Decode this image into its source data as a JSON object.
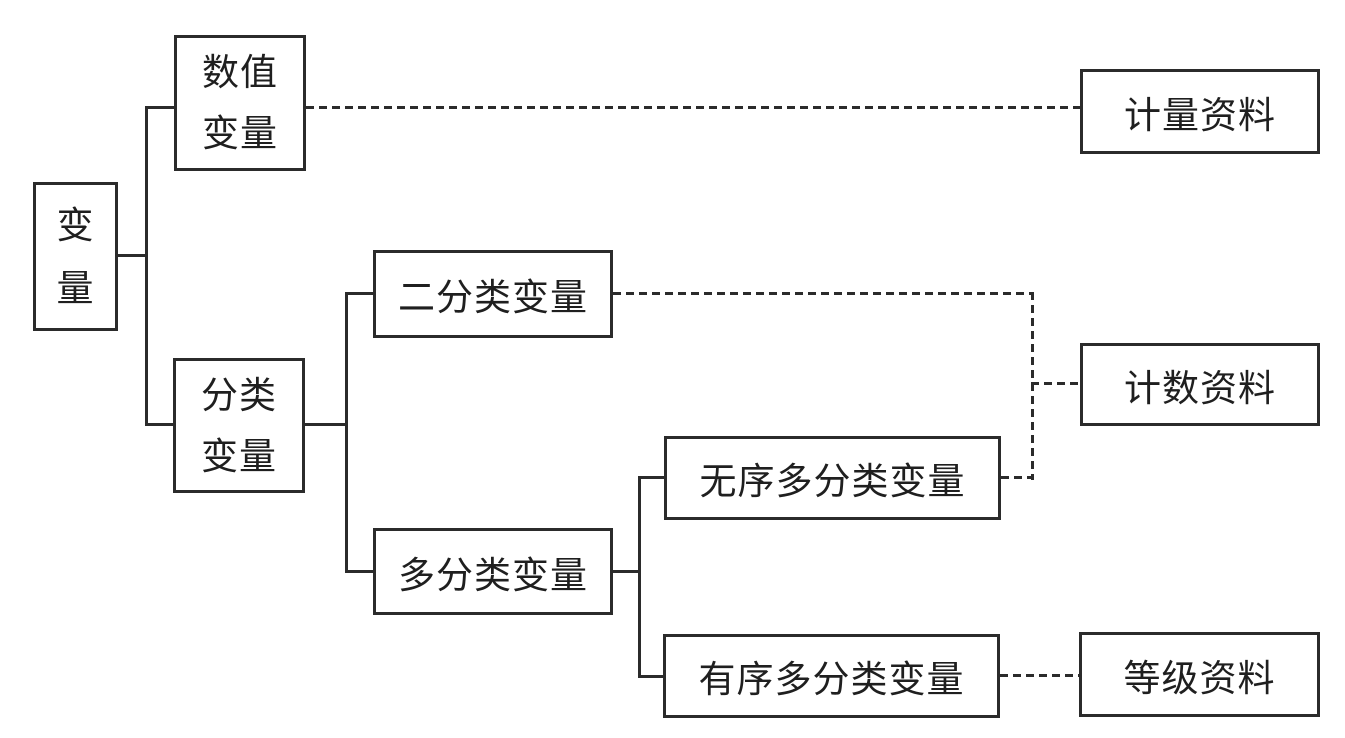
{
  "diagram": {
    "type": "tree-flowchart",
    "language": "zh-CN",
    "topic": "variable classification and corresponding data types",
    "colors": {
      "background": "#ffffff",
      "line": "#2b2b2b",
      "text": "#1f1f1f"
    }
  },
  "nodes": {
    "root": {
      "label": "变量",
      "lines": [
        "变",
        "量"
      ]
    },
    "numeric": {
      "label": "数值变量",
      "lines": [
        "数值",
        "变量"
      ]
    },
    "categorical": {
      "label": "分类变量",
      "lines": [
        "分类",
        "变量"
      ]
    },
    "binary": {
      "label": "二分类变量"
    },
    "multiclass": {
      "label": "多分类变量"
    },
    "unordered": {
      "label": "无序多分类变量"
    },
    "ordered": {
      "label": "有序多分类变量"
    },
    "measurement": {
      "label": "计量资料"
    },
    "count": {
      "label": "计数资料"
    },
    "rank": {
      "label": "等级资料"
    }
  },
  "solid_edges": [
    [
      "变量",
      "数值变量"
    ],
    [
      "变量",
      "分类变量"
    ],
    [
      "分类变量",
      "二分类变量"
    ],
    [
      "分类变量",
      "多分类变量"
    ],
    [
      "多分类变量",
      "无序多分类变量"
    ],
    [
      "多分类变量",
      "有序多分类变量"
    ]
  ],
  "dashed_edges": [
    [
      "数值变量",
      "计量资料"
    ],
    [
      "二分类变量",
      "计数资料"
    ],
    [
      "无序多分类变量",
      "计数资料"
    ],
    [
      "有序多分类变量",
      "等级资料"
    ]
  ]
}
